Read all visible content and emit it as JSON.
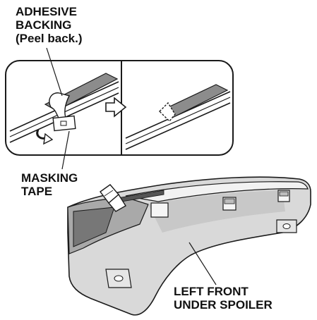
{
  "labels": {
    "adhesive_backing": {
      "line1": "ADHESIVE",
      "line2": "BACKING",
      "line3": "(Peel back.)"
    },
    "masking_tape": {
      "line1": "MASKING",
      "line2": "TAPE"
    },
    "part": {
      "line1": "LEFT FRONT",
      "line2": "UNDER SPOILER"
    }
  },
  "icons": {
    "step_arrow": "right-arrow-icon",
    "peel_arrow": "curved-arrow-icon"
  },
  "colors": {
    "line": "#1a1a1a",
    "part_fill": "#d9d9d9",
    "part_shade": "#bdbdbd",
    "tape_fill": "#8c8c8c"
  }
}
